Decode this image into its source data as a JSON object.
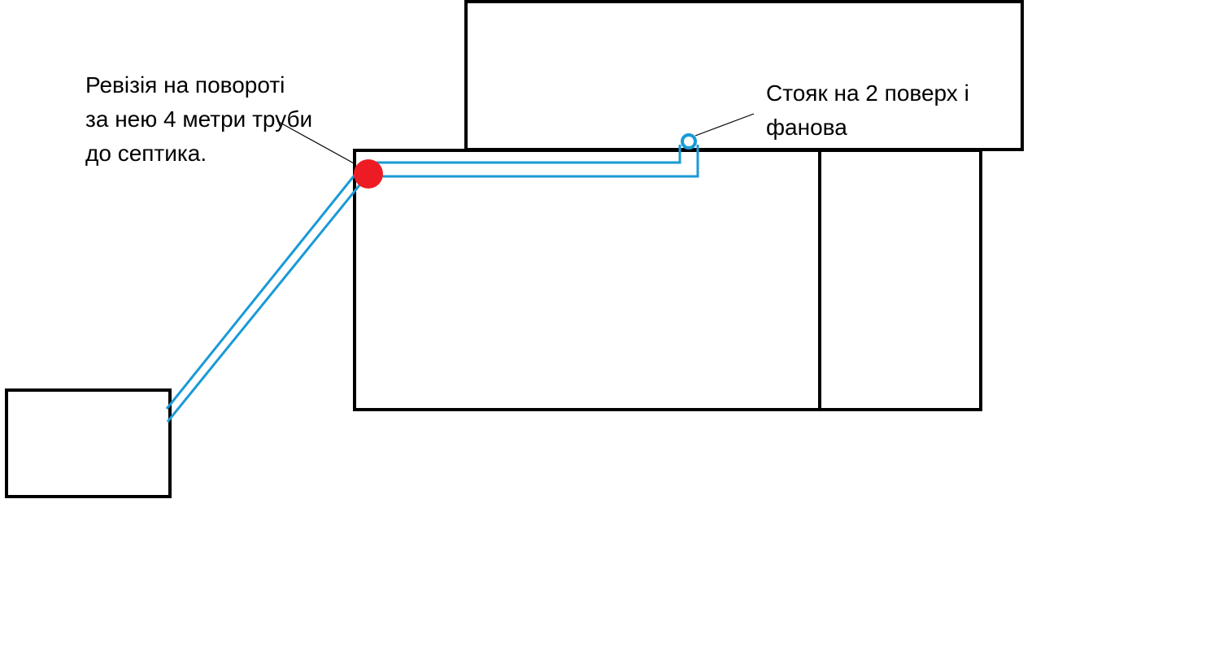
{
  "annotations": {
    "revision": {
      "lines": [
        "Ревізія на повороті",
        "за нею 4 метри труби",
        "до септика."
      ]
    },
    "riser": {
      "lines": [
        "Стояк на 2 поверх і",
        "фанова"
      ]
    }
  },
  "colors": {
    "outline": "#000000",
    "pipe": "#1a9ad6",
    "revision_point": "#ed1c24"
  }
}
